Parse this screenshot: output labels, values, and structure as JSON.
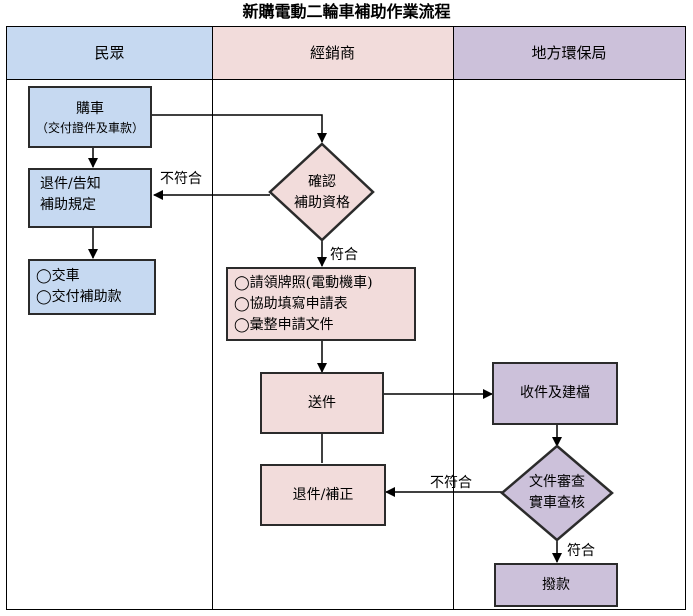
{
  "title": "新購電動二輪車補助作業流程",
  "lanes": {
    "public": "民眾",
    "dealer": "經銷商",
    "epb": "地方環保局"
  },
  "colors": {
    "public": "#c6d9f1",
    "dealer": "#f2dcdb",
    "epb": "#ccc1da",
    "border": "#2b2b2b"
  },
  "nodes": {
    "purchase": {
      "title": "購車",
      "note": "（交付證件及車款）"
    },
    "return_notice": {
      "line1": "退件/告知",
      "line2": "補助規定"
    },
    "public_actions": {
      "item1": "◯交車",
      "item2": "◯交付補助款"
    },
    "confirm": {
      "line1": "確認",
      "line2": "補助資格"
    },
    "dealer_tasks": {
      "item1": "◯請領牌照(電動機車)",
      "item2": "◯協助填寫申請表",
      "item3": "◯彙整申請文件"
    },
    "submit": "送件",
    "return_fix": "退件/補正",
    "receive": "收件及建檔",
    "review": {
      "line1": "文件審查",
      "line2": "實車查核"
    },
    "pay": "撥款"
  },
  "edge_labels": {
    "no_match_1": "不符合",
    "match_1": "符合",
    "no_match_2": "不符合",
    "match_2": "符合"
  }
}
